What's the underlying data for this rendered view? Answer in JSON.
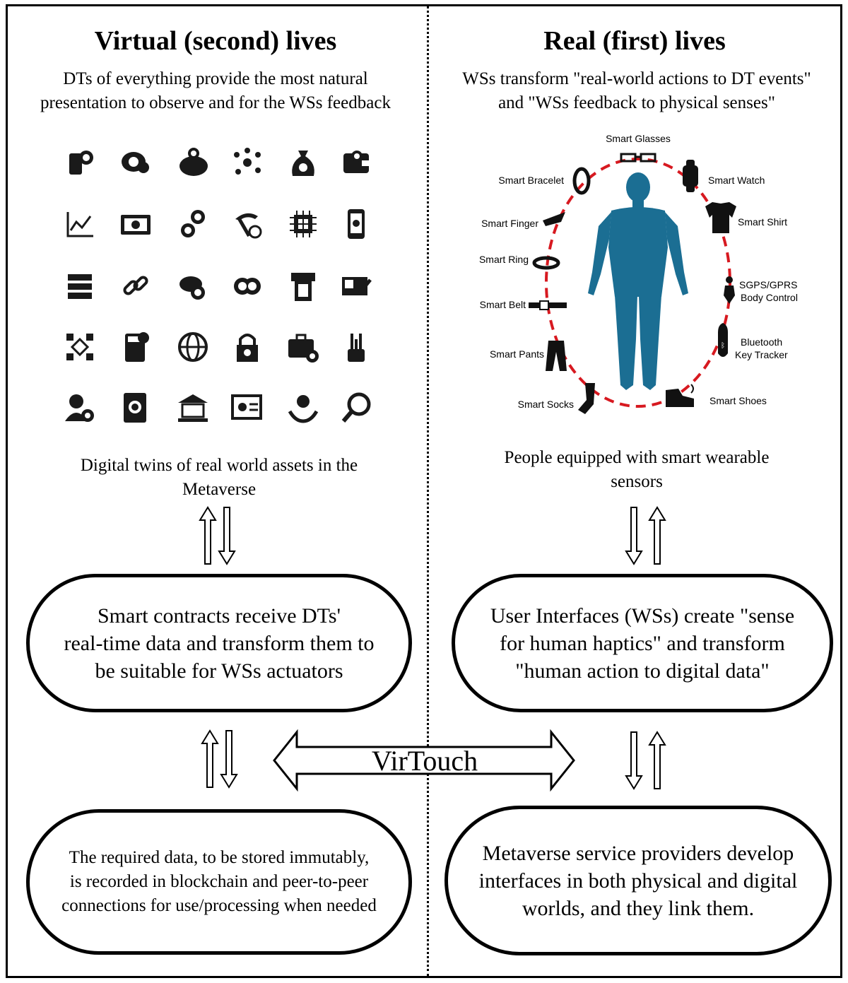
{
  "left": {
    "title": "Virtual (second) lives",
    "subtitle_line1": "DTs of everything provide the most natural",
    "subtitle_line2": "presentation to observe and for the WSs feedback",
    "icon_names": [
      "hand-coin-icon",
      "chat-coin-icon",
      "piggy-bank-icon",
      "network-icon",
      "money-bag-icon",
      "wallet-icon",
      "chart-line-icon",
      "banknote-icon",
      "exchange-icon",
      "pickaxe-icon",
      "chip-icon",
      "mobile-coin-icon",
      "server-icon",
      "chain-link-icon",
      "cloud-coin-icon",
      "coins-icon",
      "atm-icon",
      "card-edit-icon",
      "blockchain-icon",
      "calculator-icon",
      "globe-coin-icon",
      "lock-icon",
      "briefcase-icon",
      "plug-icon",
      "user-coin-icon",
      "book-coin-icon",
      "bank-icon",
      "certificate-icon",
      "hands-coin-icon",
      "search-coin-icon"
    ],
    "caption_line1": "Digital twins of real world assets in the",
    "caption_line2": "Metaverse",
    "box1_line1": "Smart contracts receive DTs'",
    "box1_line2": "real-time data and transform them to",
    "box1_line3": "be suitable for WSs actuators",
    "box2_line1": "The required data, to be stored immutably,",
    "box2_line2": "is recorded in blockchain and peer-to-peer",
    "box2_line3": "connections for use/processing when needed"
  },
  "right": {
    "title": "Real (first) lives",
    "subtitle_line1": "WSs transform \"real-world actions to DT events\"",
    "subtitle_line2": "and \"WSs feedback to physical senses\"",
    "wearables": {
      "glasses": "Smart Glasses",
      "watch": "Smart Watch",
      "bracelet": "Smart Bracelet",
      "shirt": "Smart Shirt",
      "finger": "Smart Finger",
      "ring": "Smart Ring",
      "gps1": "SGPS/GPRS",
      "gps2": "Body Control",
      "belt": "Smart Belt",
      "bt1": "Bluetooth",
      "bt2": "Key Tracker",
      "pants": "Smart Pants",
      "socks": "Smart Socks",
      "shoes": "Smart Shoes"
    },
    "caption_line1": "People equipped with smart wearable",
    "caption_line2": "sensors",
    "box1_line1": "User Interfaces (WSs) create \"sense",
    "box1_line2": "for human haptics\" and transform",
    "box1_line3": "\"human action to digital data\"",
    "box2_line1": "Metaverse service providers develop",
    "box2_line2": "interfaces in both physical and digital",
    "box2_line3": "worlds, and they link them."
  },
  "center_label": "VirTouch",
  "colors": {
    "ring_dash": "#d71920",
    "body": "#1b6e93",
    "icon": "#1a1a1a"
  }
}
